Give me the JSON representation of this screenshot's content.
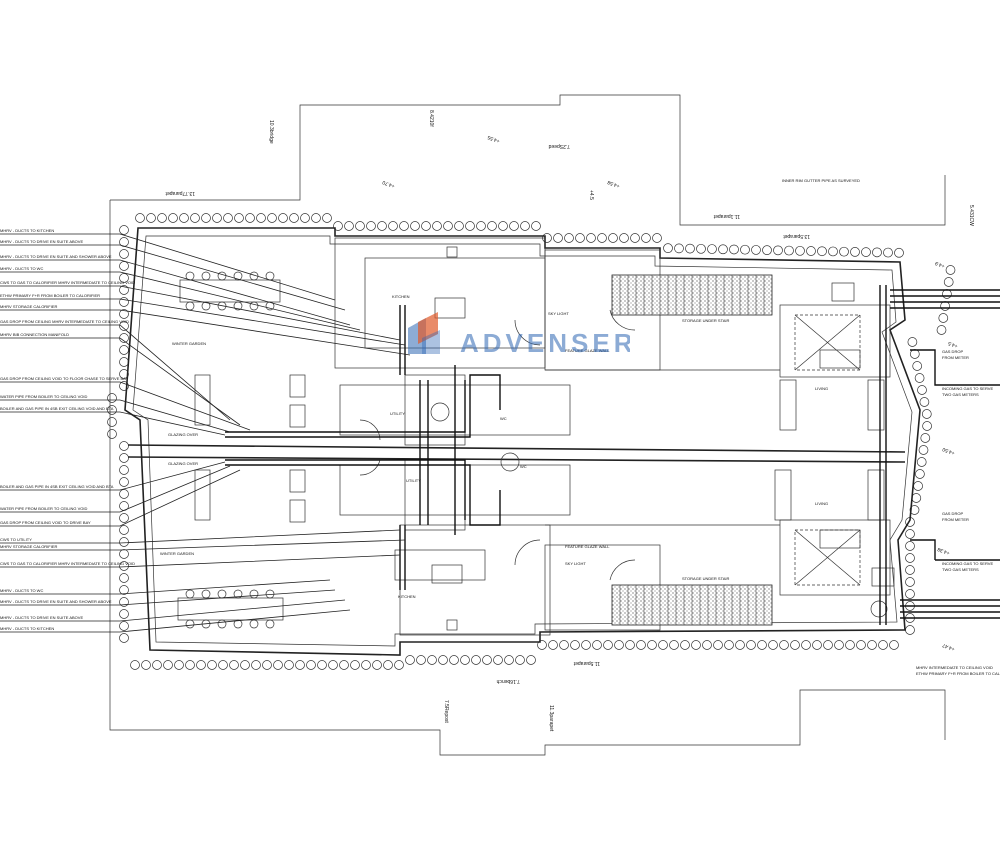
{
  "logo": {
    "text": "ADVENSER",
    "brand_color": "#2f67b3",
    "accent_color": "#e05a2a"
  },
  "boundary_dims": [
    "10.3bridge",
    "8.4210f",
    "7.2Speed",
    "13.77parapet",
    "11.1parapet",
    "13.5parapet",
    "5.431CW",
    "11.5parapet",
    "7.5Repost",
    "11.3parapet",
    "7.16bench"
  ],
  "levels": [
    "+4.70",
    "+4.55",
    "+4.58",
    "+4.5",
    "+4.9",
    "+4.5",
    "+4.50",
    "+4.38",
    "+4.47"
  ],
  "room_labels": [
    "KITCHEN",
    "WINTER GARDEN",
    "UTILITY",
    "WC",
    "FEATURE GLAZE WALL",
    "SKY LIGHT",
    "LIVING",
    "STORAGE UNDER STAIR",
    "GLAZING OVER"
  ],
  "left_notes": [
    "MHRV - DUCTS TO KITCHEN",
    "MHRV - DUCTS TO DRIVE EN SUITE ABOVE",
    "MHRV - DUCTS TO DRIVE EN SUITE AND SHOWER ABOVE",
    "MHRV - DUCTS TO WC",
    "CWS TO GAS TO CALORIFIER MHRV INTERMEDIATE TO CEILING VOID",
    "ETHW PRIMARY F+R FROM BOILER TO CALORIFIER",
    "MHRV STORAGE CALORIFIER",
    "GAS DROP FROM CEILING MHRV INTERMEDIATE TO CEILING VOID",
    "MHRV BIB CONNECTION MANIFOLD",
    "GAS DROP FROM CEILING VOID TO FLOOR CHASE TO SERVE BAY",
    "WATER PIPE FROM BOILER TO CEILING VOID",
    "BOILER AND GAS PIPE IN 4SB EXIT CEILING VOID AND BTA",
    "BOILER AND GAS PIPE IN 4SB EXIT CEILING VOID AND BTA",
    "WATER PIPE FROM BOILER TO CEILING VOID",
    "GAS DROP FROM CEILING VOID TO DRIVE BAY",
    "CWS TO UTILITY",
    "MHRV STORAGE CALORIFIER",
    "CWS TO GAS TO CALORIFIER MHRV INTERMEDIATE TO CEILING VOID",
    "MHRV - DUCTS TO WC",
    "MHRV - DUCTS TO DRIVE EN SUITE AND SHOWER ABOVE",
    "MHRV - DUCTS TO DRIVE EN SUITE ABOVE",
    "MHRV - DUCTS TO KITCHEN"
  ],
  "right_notes": [
    "INNER RIM GUTTER PIPE AS SURVEYED",
    "GAS DROP FROM METER",
    "INCOMING GAS TO SERVE TWO GAS METERS",
    "GAS DROP FROM METER",
    "INCOMING GAS TO SERVE TWO GAS METERS",
    "MHRV INTERMEDIATE TO CEILING VOID",
    "ETHW PRIMARY F+R FROM BOILER TO CALORIFIER"
  ]
}
